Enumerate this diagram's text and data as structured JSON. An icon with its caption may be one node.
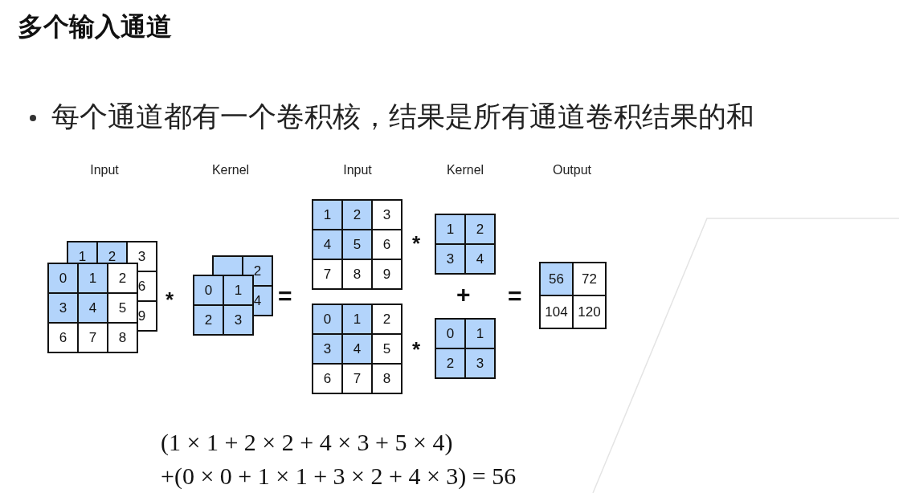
{
  "diagram": {
    "title": "多个输入通道",
    "labels": [
      "每个通道都有一个卷积核，结果是所有通道卷积结果的和",
      "Input",
      "Kernel",
      "Input",
      "Kernel",
      "Output",
      "1",
      "2",
      "3",
      "6",
      "9",
      "0",
      "1",
      "2",
      "3",
      "4",
      "5",
      "6",
      "7",
      "8",
      "*",
      "2",
      "4",
      "0",
      "1",
      "2",
      "3",
      "=",
      "1",
      "2",
      "3",
      "4",
      "5",
      "6",
      "7",
      "8",
      "9",
      "*",
      "1",
      "2",
      "3",
      "4",
      "+",
      "0",
      "1",
      "2",
      "3",
      "4",
      "5",
      "6",
      "7",
      "8",
      "*",
      "0",
      "1",
      "2",
      "3",
      "=",
      "56",
      "72",
      "104",
      "120",
      "(1 × 1 + 2 × 2 + 4 × 3 + 5 × 4)",
      "+(0 × 0 + 1 × 1 + 3 × 2 + 4 × 3) = 56"
    ]
  }
}
